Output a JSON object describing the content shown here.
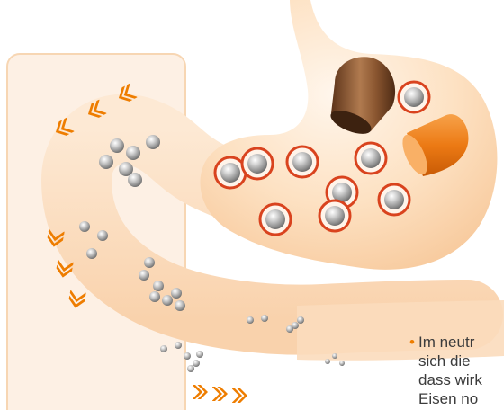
{
  "caption": {
    "lines": [
      "Im neutr",
      "sich die",
      "dass wirk",
      "Eisen no"
    ]
  },
  "colors": {
    "accent_orange": "#ee7d00",
    "organ_fill": "#fde3c8",
    "intestine_fill": "#fbdcbd",
    "highlight_panel": "#fdeee0",
    "panel_border": "#f6cfa6",
    "ring_red": "#d9431e",
    "bead_gray": "#9a9a9a",
    "capsule_brown": "#7a4a2a",
    "capsule_orange": "#ec7a14"
  },
  "icons": [
    "chevron-left-double-icon",
    "chevron-down-double-icon",
    "chevron-right-double-icon",
    "capsule-icon"
  ]
}
